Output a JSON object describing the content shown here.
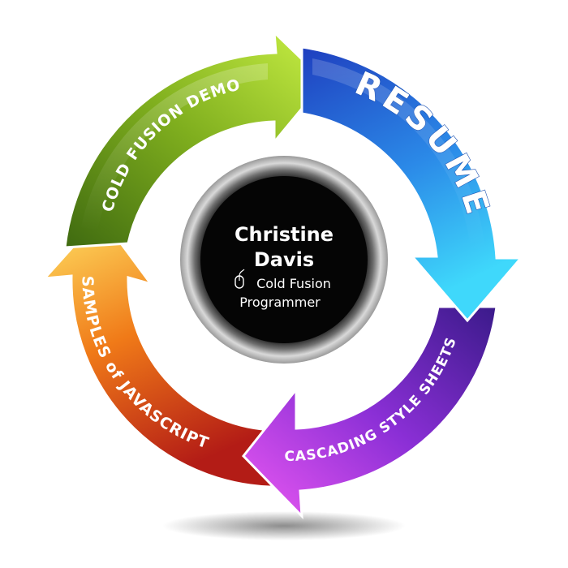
{
  "center": {
    "name_line1": "Christine",
    "name_line2": "Davis",
    "title_line1": "Cold Fusion",
    "title_line2": "Programmer",
    "icon": "mouse-icon"
  },
  "segments": [
    {
      "label": "COLD FUSION DEMO",
      "color_start": "#b6e13a",
      "color_end": "#3f6a10"
    },
    {
      "label": "RESUME",
      "color_start": "#1e4fc8",
      "color_end": "#38d4f8"
    },
    {
      "label": "CASCADING STYLE SHEETS",
      "color_start": "#3a1e9a",
      "color_end": "#e24ef0"
    },
    {
      "label": "SAMPLES of JAVASCRIPT",
      "color_start": "#c0251a",
      "color_end": "#ffe066"
    }
  ]
}
